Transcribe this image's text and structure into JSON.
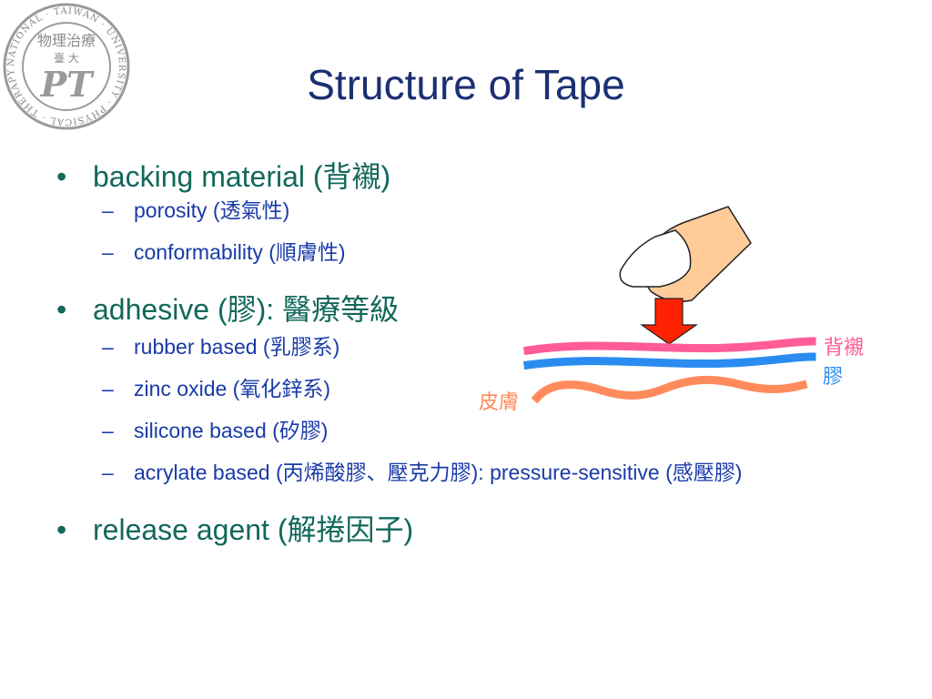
{
  "logo": {
    "ring_text": "NATIONAL · TAIWAN · UNIVERSITY · PHYSICAL · THERAPY",
    "center_chars": "物理治療",
    "side_chars": "臺 大",
    "monogram": "PT"
  },
  "title": "Structure of Tape",
  "bullets": [
    {
      "text": "backing material (背襯)",
      "subs": [
        "porosity (透氣性)",
        "conformability (順膚性)"
      ]
    },
    {
      "text": "adhesive (膠): 醫療等級",
      "subs": [
        "rubber based (乳膠系)",
        "zinc oxide (氧化鋅系)",
        "silicone based (矽膠)",
        "acrylate based (丙烯酸膠、壓克力膠): pressure-sensitive (感壓膠)"
      ]
    },
    {
      "text": "release agent (解捲因子)",
      "subs": []
    }
  ],
  "bullet_char": "•",
  "sub_char": "–",
  "diagram_labels": {
    "backing": "背襯",
    "adhesive": "膠",
    "skin": "皮膚"
  },
  "colors": {
    "title": "#1c2f73",
    "bullet": "#12685b",
    "sub": "#1a3aa8",
    "backing": "#ff5b97",
    "adhesive": "#2a8cf0",
    "skin": "#ff8a5b",
    "arrow": "#ff2200",
    "finger": "#ffcc99"
  }
}
